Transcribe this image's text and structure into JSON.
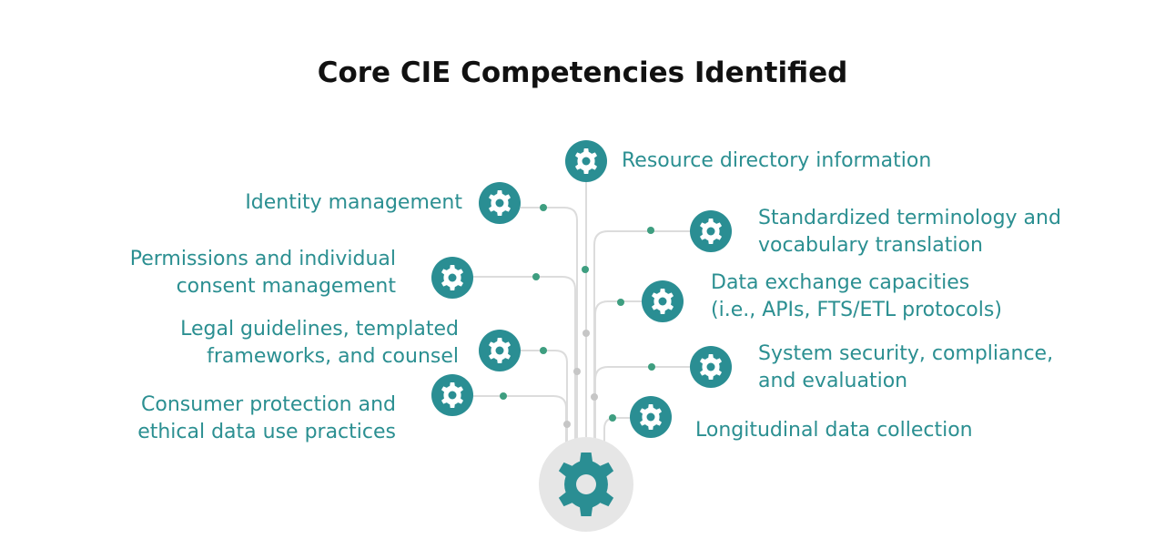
{
  "title": "Core CIE Competencies Identified",
  "colors": {
    "teal": "#2a8e93",
    "dot_green": "#3e9e80",
    "dot_gray": "#c6c6c6",
    "line_gray": "#dcdcdc",
    "hub_gray": "#e6e6e6",
    "label_teal": "#2b8f91"
  },
  "hub": {
    "icon": "gear-icon"
  },
  "competencies": [
    {
      "id": "resource-directory",
      "side": "top",
      "lines": [
        "Resource directory information"
      ],
      "icon": "gear-icon"
    },
    {
      "id": "identity-management",
      "side": "left",
      "lines": [
        "Identity management"
      ],
      "icon": "gear-icon"
    },
    {
      "id": "permissions-consent",
      "side": "left",
      "lines": [
        "Permissions and individual",
        "consent management"
      ],
      "icon": "gear-icon"
    },
    {
      "id": "legal-guidelines",
      "side": "left",
      "lines": [
        "Legal guidelines, templated",
        "frameworks, and counsel"
      ],
      "icon": "gear-icon"
    },
    {
      "id": "consumer-protection",
      "side": "left",
      "lines": [
        "Consumer protection and",
        "ethical data use practices"
      ],
      "icon": "gear-icon"
    },
    {
      "id": "standardized-terminology",
      "side": "right",
      "lines": [
        "Standardized terminology and",
        "vocabulary translation"
      ],
      "icon": "gear-icon"
    },
    {
      "id": "data-exchange",
      "side": "right",
      "lines": [
        "Data exchange capacities",
        "(i.e., APIs, FTS/ETL protocols)"
      ],
      "icon": "gear-icon"
    },
    {
      "id": "system-security",
      "side": "right",
      "lines": [
        "System security, compliance,",
        "and evaluation"
      ],
      "icon": "gear-icon"
    },
    {
      "id": "longitudinal-data",
      "side": "right",
      "lines": [
        "Longitudinal data collection"
      ],
      "icon": "gear-icon"
    }
  ]
}
